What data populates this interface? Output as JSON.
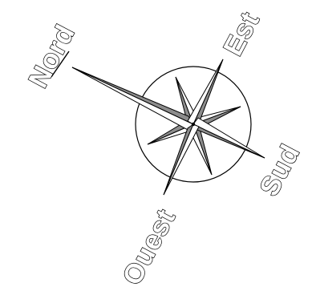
{
  "labels": {
    "north": "Nord",
    "east": "Est",
    "south": "Sud",
    "west": "Ouest"
  },
  "colors": {
    "ink": "#000000",
    "point_dark": "#8c8c8c",
    "point_light": "#ffffff",
    "background": "#ffffff"
  }
}
